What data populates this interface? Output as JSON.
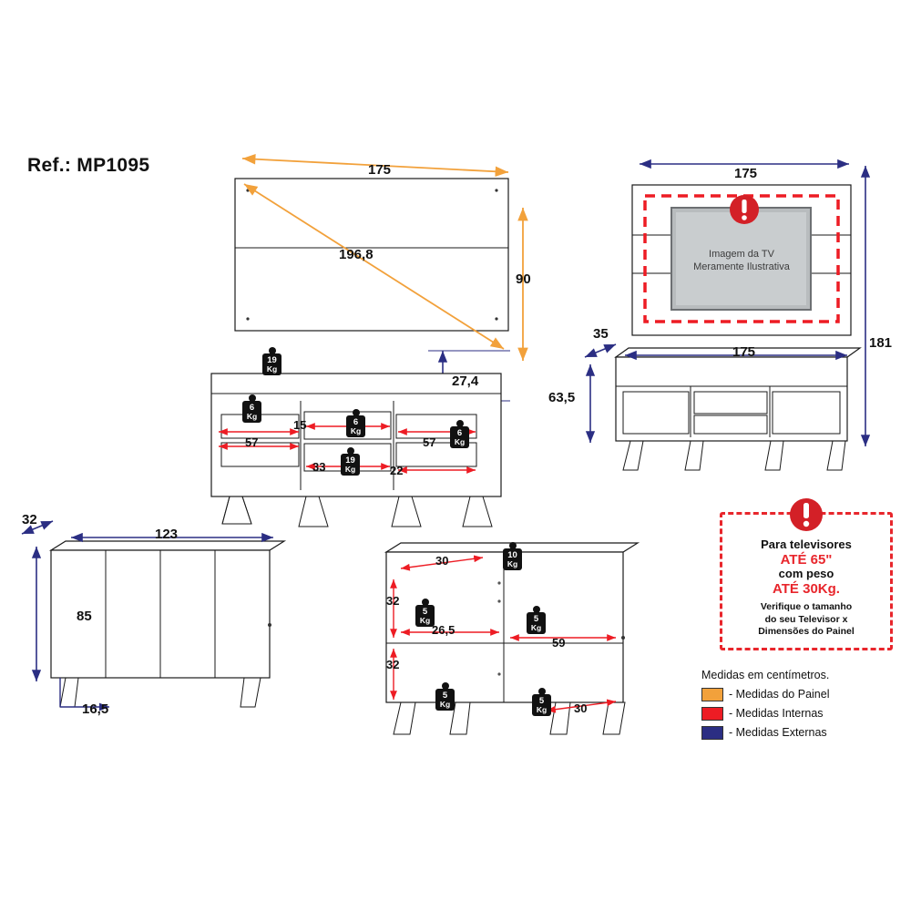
{
  "reference": {
    "label": "Ref.: MP1095"
  },
  "panel_front": {
    "width_top": "175",
    "diagonal": "196,8",
    "height_right": "90",
    "gap_bottom": "27,4"
  },
  "panel_tv": {
    "width_top": "175",
    "total_height": "181",
    "tv_text_line1": "Imagem da TV",
    "tv_text_line2": "Meramente Ilustrativa"
  },
  "rack_front": {
    "left_internal": "57",
    "mid_small": "15",
    "right_internal": "57",
    "mid_internal": "33",
    "right_small": "22",
    "weights": [
      {
        "n": "19",
        "u": "Kg"
      },
      {
        "n": "6",
        "u": "Kg"
      },
      {
        "n": "6",
        "u": "Kg"
      },
      {
        "n": "6",
        "u": "Kg"
      },
      {
        "n": "19",
        "u": "Kg"
      }
    ]
  },
  "rack_iso": {
    "depth": "35",
    "width": "175",
    "height": "63,5"
  },
  "buffet_front": {
    "depth": "32",
    "width": "123",
    "height": "85",
    "leg": "16,5"
  },
  "buffet_open": {
    "top_left": "30",
    "left_h1": "32",
    "left_h2": "32",
    "mid_width": "26,5",
    "right_width": "59",
    "bottom_right": "30",
    "weights": [
      {
        "n": "10",
        "u": "Kg"
      },
      {
        "n": "5",
        "u": "Kg"
      },
      {
        "n": "5",
        "u": "Kg"
      },
      {
        "n": "5",
        "u": "Kg"
      },
      {
        "n": "5",
        "u": "Kg"
      }
    ]
  },
  "warning": {
    "line1": "Para televisores",
    "line2": "ATÉ 65\"",
    "line3": "com peso",
    "line4": "ATÉ 30Kg.",
    "sub1": "Verifique o tamanho",
    "sub2": "do seu Televisor x",
    "sub3": "Dimensões do Painel"
  },
  "legend": {
    "title": "Medidas em centímetros.",
    "items": [
      {
        "color": "#F2A13B",
        "label": "- Medidas do Painel"
      },
      {
        "color": "#ED1C24",
        "label": "- Medidas Internas"
      },
      {
        "color": "#2B2E83",
        "label": "- Medidas Externas"
      }
    ]
  },
  "colors": {
    "panel": "#F2A13B",
    "internal": "#ED1C24",
    "external": "#2B2E83",
    "outline": "#1a1a1a"
  }
}
